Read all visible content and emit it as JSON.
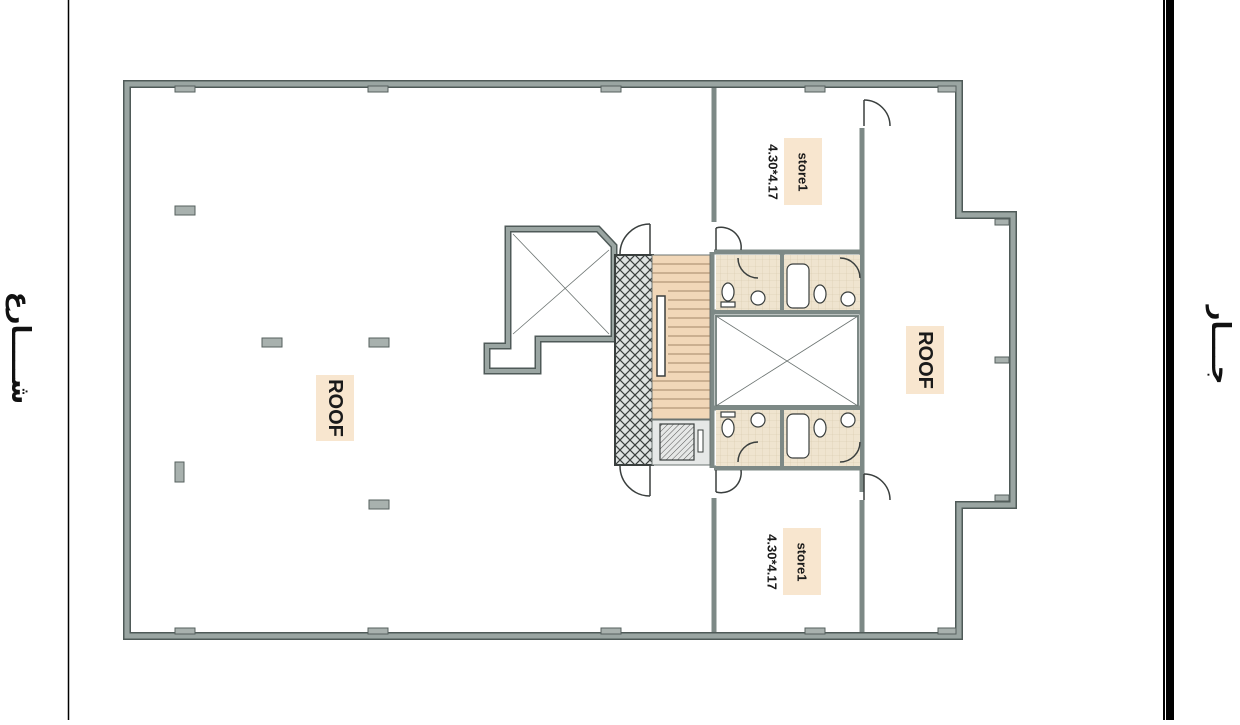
{
  "roofs": [
    {
      "label": "ROOF"
    },
    {
      "label": "ROOF"
    }
  ],
  "stores": [
    {
      "name": "store1",
      "size": "4.30*4.17"
    },
    {
      "name": "store1",
      "size": "4.30*4.17"
    }
  ],
  "sides": {
    "left": "شـــــارع",
    "right": "جــــار"
  },
  "colors": {
    "wall": "#8f9b98",
    "wall_edge": "#4f5a58",
    "label_bg": "#f8e6cf",
    "stair_fill": "#f1d7b8",
    "tile": "#efe4cf",
    "frame": "#000000"
  }
}
